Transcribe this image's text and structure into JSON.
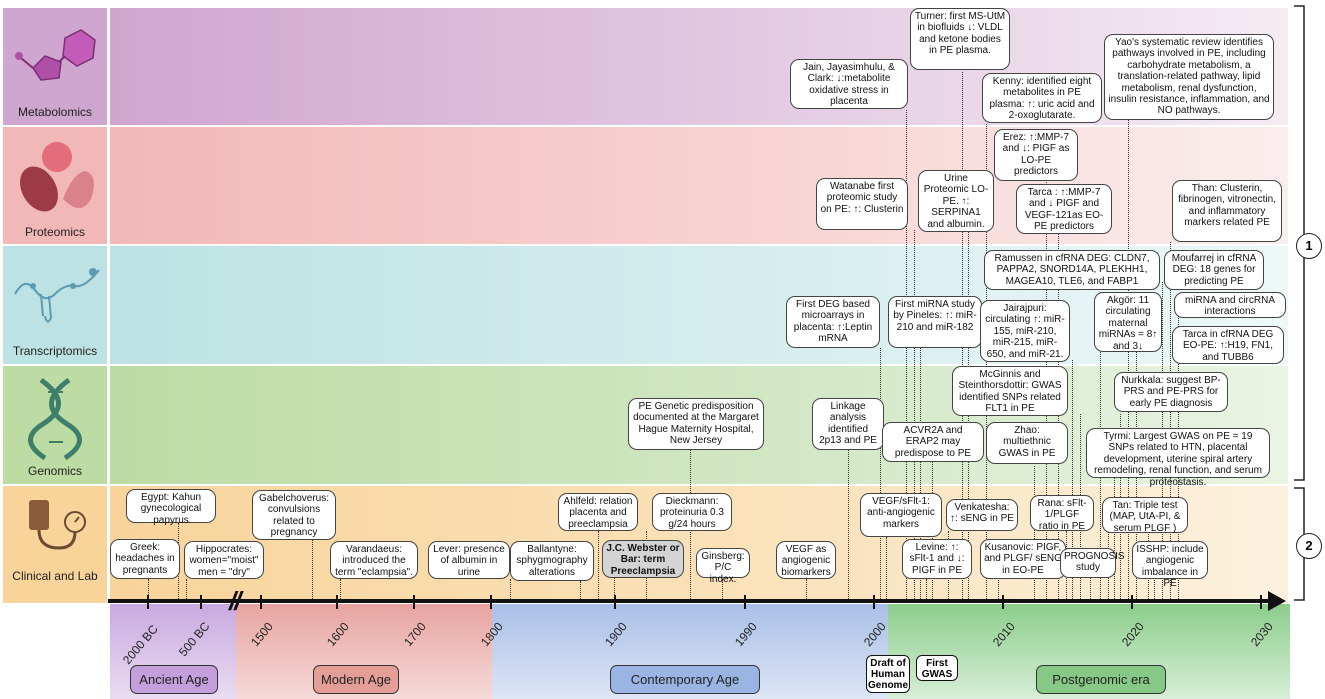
{
  "colors": {
    "metabolomics": "#d8b8d6",
    "proteomics": "#f2c8c6",
    "transcriptomics": "#c6e6e6",
    "genomics": "#c7dfb4",
    "clinical": "#f8d9a9",
    "ancient": "#c9a9df",
    "modern": "#e7a4a0",
    "contemporary": "#a9bfe6",
    "postgenomic": "#8ccd8c"
  },
  "lanes": [
    {
      "label": "Metabolomics",
      "icon": "molecule-icon"
    },
    {
      "label": "Proteomics",
      "icon": "protein-icon"
    },
    {
      "label": "Transcriptomics",
      "icon": "rna-icon"
    },
    {
      "label": "Genomics",
      "icon": "dna-icon"
    },
    {
      "label": "Clinical and Lab",
      "icon": "blood-pressure-icon"
    }
  ],
  "axis": {
    "ticks": [
      "2000 BC",
      "500 BC",
      "1500",
      "1600",
      "1700",
      "1800",
      "1900",
      "1990",
      "2000",
      "2010",
      "2020",
      "2030"
    ],
    "break_marker": "//"
  },
  "eras": [
    "Ancient Age",
    "Modern Age",
    "Contemporary Age",
    "Postgenomic era"
  ],
  "milestones": [
    "Draft of Human Genome",
    "First GWAS"
  ],
  "brackets": [
    "1",
    "2"
  ],
  "events": {
    "egypt": "Egypt: Kahun gynecological papyrus",
    "greek": "Greek: headaches in pregnants",
    "hippocrates": "Hippocrates: women=\"moist\" men = \"dry\"",
    "gabelchoverus": "Gabelchoverus: convulsions related to pregnancy",
    "varandaeus": "Varandaeus: introduced the term \"eclampsia\".",
    "lever": "Lever: presence of albumin in urine",
    "ballantyne": "Ballantyne: sphygmography alterations",
    "ahlfeld": "Ahlfeld: relation placenta and preeclampsia",
    "webster": "J.C. Webster or Bar: term Preeclampsia",
    "dieckmann": "Dieckmann: proteinuria 0.3 g/24 hours",
    "ginsberg": "Ginsberg: P/C index.",
    "vegf_biomarkers": "VEGF as angiogenic biomarkers",
    "vegf_sflt": "VEGF/sFlt-1: anti-angiogenic markers",
    "levine": "Levine: ↑: sFlt-1 and ↓: PIGF in PE",
    "venkatesha": "Venkatesha: ↑: sENG in PE",
    "kusanovic": "Kusanovic: PIGF, and PLGF/ sENG in EO-PE",
    "rana": "Rana: sFlt-1/PLGF ratio in PE",
    "prognosis": "PROGNOSIS study",
    "tan": "Tan: Triple test (MAP, UtA-PI, & serum PLGF )",
    "isshp": "ISSHP: include angiogenic imbalance in PE",
    "genetic_predisposition": "PE Genetic predisposition documented at the Margaret Hague Maternity Hospital, New Jersey",
    "linkage": "Linkage analysis identified 2p13 and PE",
    "acvr2a": "ACVR2A and ERAP2 may predispose to PE",
    "mcginnis": "McGinnis and Steinthorsdottir: GWAS identified SNPs related FLT1 in PE",
    "zhao": "Zhao: multiethnic GWAS in PE",
    "nurkkala": "Nurkkala: suggest BP-PRS and PE-PRS for early PE diagnosis",
    "tyrmi": "Tyrmi: Largest GWAS on PE = 19 SNPs related to HTN, placental development, uterine spiral artery remodeling, renal function, and serum proteostasis.",
    "first_deg": "First DEG based microarrays in placenta: ↑:Leptin mRNA",
    "first_mirna": "First miRNA study by Pineles: ↑: miR-210 and miR-182",
    "jairajpuri": "Jairajpuri: circulating ↑: miR-155, miR-210, miR-215, miR-650, and miR-21.",
    "ramussen": "Ramussen in cfRNA DEG: CLDN7, PAPPA2, SNORD14A, PLEKHH1, MAGEA10, TLE6, and FABP1",
    "moufarrej": "Moufarrej in cfRNA DEG: 18 genes for predicting PE",
    "akgor": "Akgör: 11 circulating maternal miRNAs = 8↑ and 3↓",
    "mirna_circrna": "miRNA and circRNA interactions",
    "tarca_cfrna": "Tarca in cfRNA DEG EO-PE: ↑:H19, FN1, and TUBB6",
    "watanabe": "Watanabe first proteomic study on PE: ↑: Clusterin",
    "urine_proteomic": "Urine Proteomic LO-PE. ↑: SERPINA1 and albumin.",
    "erez": "Erez: ↑:MMP-7 and ↓: PIGF as LO-PE predictors",
    "tarca_mmp": "Tarca : ↑:MMP-7 and ↓ PIGF and VEGF-121as EO-PE predictors",
    "than": "Than: Clusterin, fibrinogen, vitronectin, and inflammatory markers related PE",
    "jain": "Jain, Jayasimhulu, & Clark: ↓:metabolite oxidative stress in placenta",
    "turner": "Turner: first MS-UtM in biofluids ↓: VLDL and ketone bodies in PE plasma.",
    "kenny": "Kenny: identified eight metabolites in PE plasma: ↑: uric acid and 2-oxoglutarate.",
    "yao": "Yao's systematic review identifies pathways involved in PE, including carbohydrate metabolism, a translation-related pathway, lipid metabolism, renal dysfunction, insulin resistance, inflammation, and NO pathways."
  }
}
